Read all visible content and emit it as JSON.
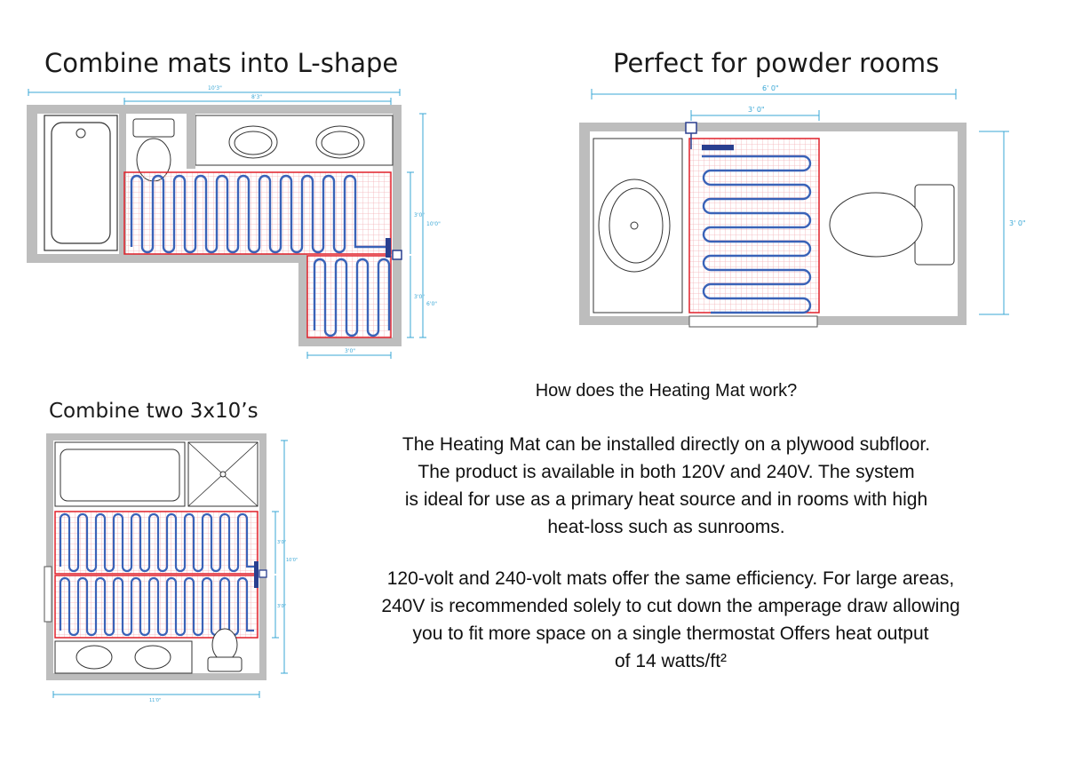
{
  "titles": {
    "l_shape": "Combine mats into L-shape",
    "powder": "Perfect for powder rooms",
    "two_mats": "Combine two 3x10’s"
  },
  "question": "How does the Heating Mat work?",
  "paragraph1": [
    "The Heating Mat can be installed directly on a plywood subfloor.",
    "The product is available in both 120V and 240V. The system",
    "is ideal for use as a primary heat source and in rooms with high",
    "heat-loss such as sunrooms."
  ],
  "paragraph2": [
    "120-volt and 240-volt mats offer the same efficiency. For large areas,",
    "240V is recommended solely to cut down the amperage draw allowing",
    "you to fit more space on a single thermostat Offers heat output",
    "of 14 watts/ft²"
  ],
  "dimensions": {
    "l_shape_top_outer": "10'3\"",
    "l_shape_top_inner": "8'3\"",
    "l_shape_right_a": "3'0\"",
    "l_shape_right_b": "10'0\"",
    "l_shape_right_c": "3'0\"",
    "l_shape_right_d": "6'0\"",
    "l_shape_bottom": "3'0\"",
    "powder_top": "6' 0\"",
    "powder_mat": "3' 0\"",
    "powder_right": "3' 0\"",
    "two_right_a": "3'0\"",
    "two_right_b": "10'0\"",
    "two_right_c": "3'0\"",
    "two_bottom": "11'0\""
  },
  "colors": {
    "wall": "#bdbdbd",
    "mat_border": "#e0202a",
    "mat_grid": "#f4b3b6",
    "cable": "#3a63b8",
    "dimension": "#39a7d6",
    "thermostat": "#2a3f8f"
  }
}
